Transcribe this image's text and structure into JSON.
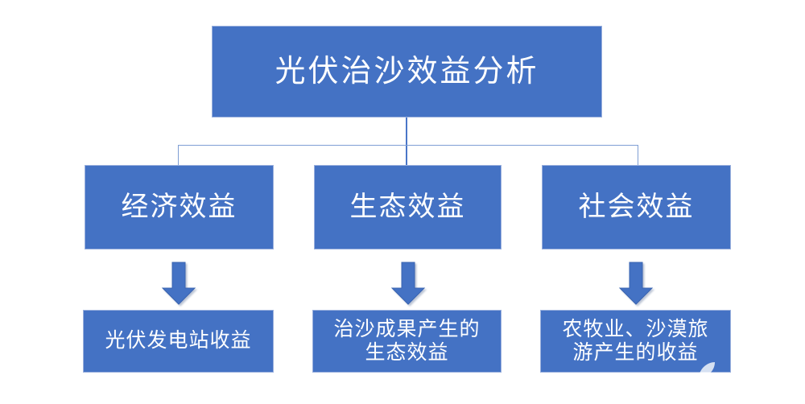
{
  "diagram": {
    "type": "hierarchy-flowchart",
    "background_color": "#ffffff",
    "node_fill_color": "#4472C4",
    "node_text_color": "#ffffff",
    "connector_color": "#7f9ed4",
    "arrow_color": "#4472C4",
    "root": {
      "label": "光伏治沙效益分析"
    },
    "branches": [
      {
        "category_label": "经济效益",
        "detail_label": "光伏发电站收益"
      },
      {
        "category_label": "生态效益",
        "detail_label": "治沙成果产生的\n生态效益"
      },
      {
        "category_label": "社会效益",
        "detail_label": "农牧业、沙漠旅\n游产生的收益"
      }
    ],
    "connectors": {
      "root_to_branches": "elbow",
      "branch_to_detail": "block-arrow-down"
    },
    "watermark": {
      "name": "leaf-logo-watermark",
      "color": "#ffffff"
    }
  }
}
